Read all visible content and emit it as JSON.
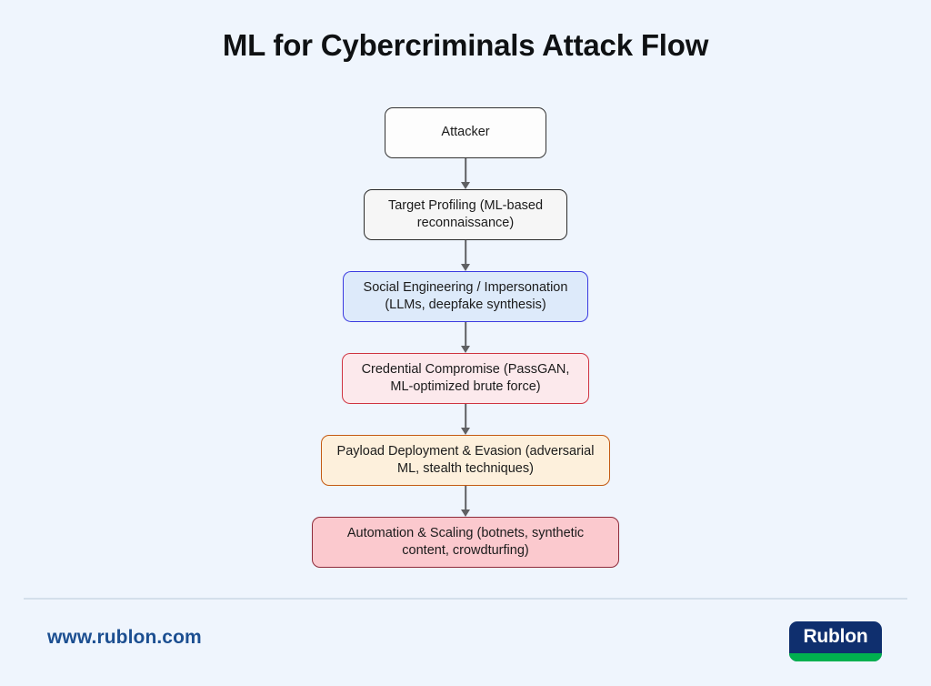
{
  "page": {
    "title": "ML for Cybercriminals Attack Flow",
    "background_color": "#eff5fd"
  },
  "flow": {
    "type": "flowchart",
    "direction": "top-to-bottom",
    "nodes": [
      {
        "id": "attacker",
        "label": "Attacker",
        "fill": "#fdfdfd",
        "border": "#333333"
      },
      {
        "id": "target-profiling",
        "label": "Target Profiling (ML-based reconnaissance)",
        "fill": "#f6f6f6",
        "border": "#2b2b2b"
      },
      {
        "id": "social-engineering",
        "label": "Social Engineering / Impersonation (LLMs, deepfake synthesis)",
        "fill": "#ddeafa",
        "border": "#3a3ae0"
      },
      {
        "id": "credential-compromise",
        "label": "Credential Compromise (PassGAN, ML-optimized brute force)",
        "fill": "#fce9ec",
        "border": "#cf3340"
      },
      {
        "id": "payload-deployment",
        "label": "Payload Deployment & Evasion (adversarial ML, stealth techniques)",
        "fill": "#fdf0dc",
        "border": "#c45a12"
      },
      {
        "id": "automation-scaling",
        "label": "Automation & Scaling (botnets, synthetic content, crowdturfing)",
        "fill": "#fbc9ce",
        "border": "#8e2b3a"
      }
    ],
    "edges": [
      {
        "from": "attacker",
        "to": "target-profiling"
      },
      {
        "from": "target-profiling",
        "to": "social-engineering"
      },
      {
        "from": "social-engineering",
        "to": "credential-compromise"
      },
      {
        "from": "credential-compromise",
        "to": "payload-deployment"
      },
      {
        "from": "payload-deployment",
        "to": "automation-scaling"
      }
    ],
    "edge_color": "#5f6063"
  },
  "footer": {
    "url": "www.rublon.com",
    "url_color": "#1c4f91",
    "logo": {
      "word": "Rublon",
      "background": "#0f2f6e",
      "bar_color": "#00b04f",
      "text_color": "#ffffff"
    }
  }
}
